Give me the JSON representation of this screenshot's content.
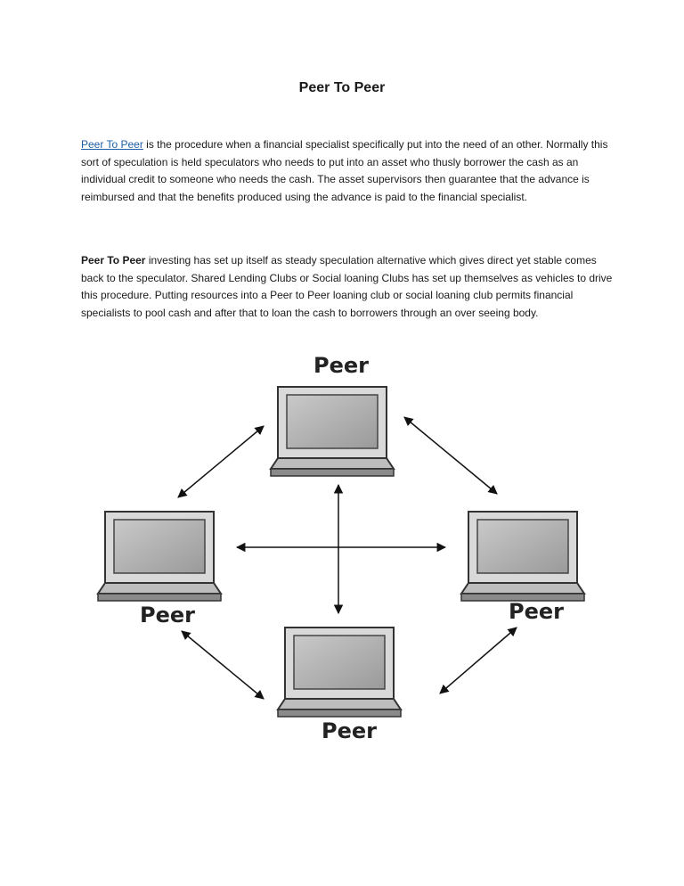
{
  "document": {
    "title": "Peer To Peer",
    "paragraph1": {
      "link_text": "Peer To Peer",
      "text": " is the procedure when a financial specialist specifically put into the need of an other. Normally this sort of speculation is held speculators who needs to put into an asset who thusly borrower the cash as an individual credit to someone who needs the cash. The asset supervisors then guarantee that the advance is reimbursed and that the benefits produced using the advance is paid to the financial specialist."
    },
    "paragraph2": {
      "lead": "Peer To Peer",
      "text": "  investing has set up itself as steady speculation alternative which gives direct yet stable comes back to the speculator. Shared Lending Clubs or Social loaning Clubs has set up themselves as vehicles to drive this procedure. Putting resources into a Peer to Peer loaning club or social loaning club permits financial specialists to pool cash and after that to loan the cash to borrowers through an over seeing body."
    }
  },
  "diagram": {
    "nodes": [
      {
        "id": "top",
        "label": "Peer"
      },
      {
        "id": "left",
        "label": "Peer"
      },
      {
        "id": "right",
        "label": "Peer"
      },
      {
        "id": "bottom",
        "label": "Peer"
      }
    ]
  }
}
